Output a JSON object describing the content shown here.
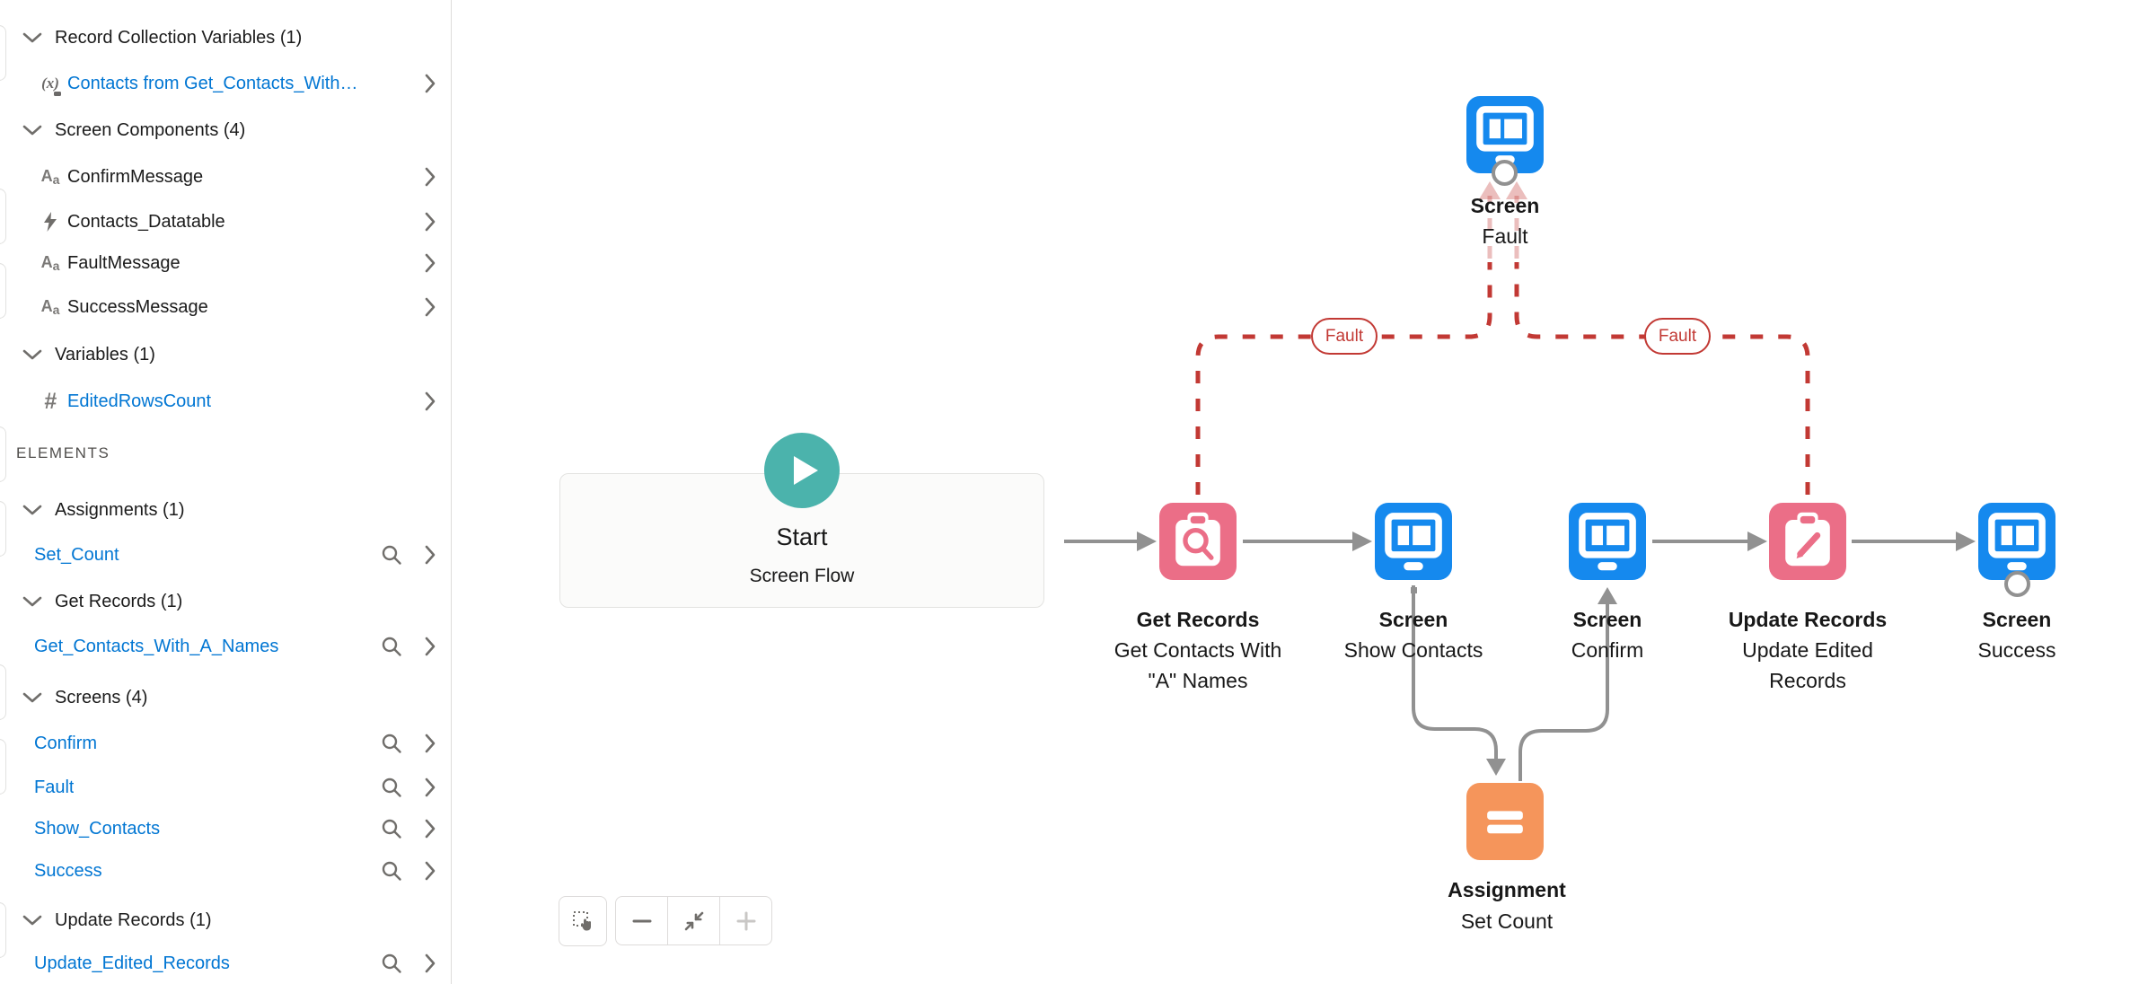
{
  "app": {
    "name": "Flow Builder canvas"
  },
  "sidebar": {
    "rows": [
      {
        "label": "Record Collection Variables (1)",
        "kind": "header"
      },
      {
        "label": "Contacts from Get_Contacts_With_A...",
        "kind": "variable-link",
        "icon": "record-collection-icon"
      },
      {
        "label": "Screen Components (4)",
        "kind": "header"
      },
      {
        "label": "ConfirmMessage",
        "kind": "component",
        "icon": "display-text-icon"
      },
      {
        "label": "Contacts_Datatable",
        "kind": "component",
        "icon": "lightning-bolt-icon"
      },
      {
        "label": "FaultMessage",
        "kind": "component",
        "icon": "display-text-icon"
      },
      {
        "label": "SuccessMessage",
        "kind": "component",
        "icon": "display-text-icon"
      },
      {
        "label": "Variables (1)",
        "kind": "header"
      },
      {
        "label": "EditedRowsCount",
        "kind": "variable-link",
        "icon": "number-icon"
      },
      {
        "label": "ELEMENTS",
        "kind": "section-label"
      },
      {
        "label": "Assignments (1)",
        "kind": "header"
      },
      {
        "label": "Set_Count",
        "kind": "element-link"
      },
      {
        "label": "Get Records (1)",
        "kind": "header"
      },
      {
        "label": "Get_Contacts_With_A_Names",
        "kind": "element-link"
      },
      {
        "label": "Screens (4)",
        "kind": "header"
      },
      {
        "label": "Confirm",
        "kind": "element-link"
      },
      {
        "label": "Fault",
        "kind": "element-link"
      },
      {
        "label": "Show_Contacts",
        "kind": "element-link"
      },
      {
        "label": "Success",
        "kind": "element-link"
      },
      {
        "label": "Update Records (1)",
        "kind": "header"
      },
      {
        "label": "Update_Edited_Records",
        "kind": "element-link"
      }
    ]
  },
  "flow": {
    "start": {
      "title": "Start",
      "subtitle": "Screen Flow"
    },
    "nodes": [
      {
        "type": "Get Records",
        "name": "Get Contacts With \"A\" Names"
      },
      {
        "type": "Screen",
        "name": "Show Contacts"
      },
      {
        "type": "Screen",
        "name": "Confirm"
      },
      {
        "type": "Update Records",
        "name": "Update Edited Records"
      },
      {
        "type": "Screen",
        "name": "Success"
      },
      {
        "type": "Screen",
        "name": "Fault"
      },
      {
        "type": "Assignment",
        "name": "Set Count"
      }
    ],
    "connector_labels": {
      "left": "Fault",
      "right": "Fault"
    }
  },
  "canvas_controls": {
    "buttons": [
      "multi-select-icon",
      "zoom-out-icon",
      "fit-view-icon",
      "zoom-in-icon"
    ]
  },
  "colors": {
    "screen_blue": "#1589ee",
    "data_pink": "#eb6e87",
    "assignment_orange": "#f5955b",
    "start_teal": "#4bb3ac",
    "fault_red": "#c23934",
    "link_blue": "#0176d3",
    "connector_gray": "#919191"
  }
}
